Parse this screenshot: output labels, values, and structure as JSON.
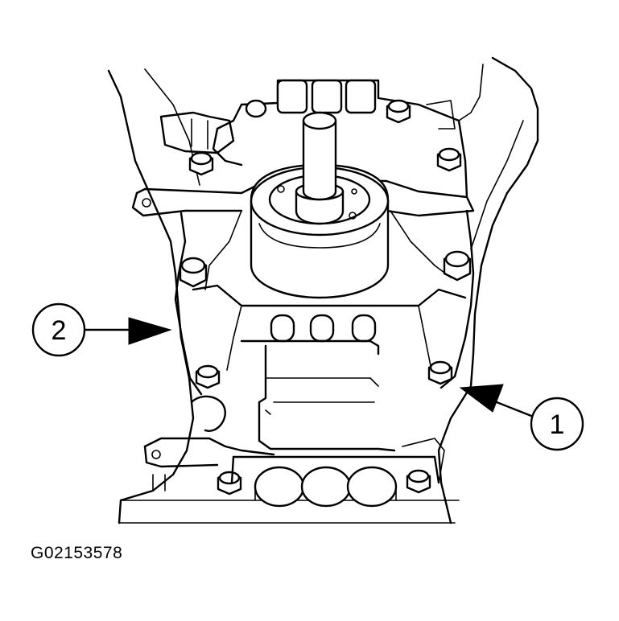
{
  "figure": {
    "id": "G02153578"
  },
  "callouts": [
    {
      "label": "2"
    },
    {
      "label": "1"
    }
  ],
  "colors": {
    "line": "#000000",
    "background": "#ffffff"
  }
}
